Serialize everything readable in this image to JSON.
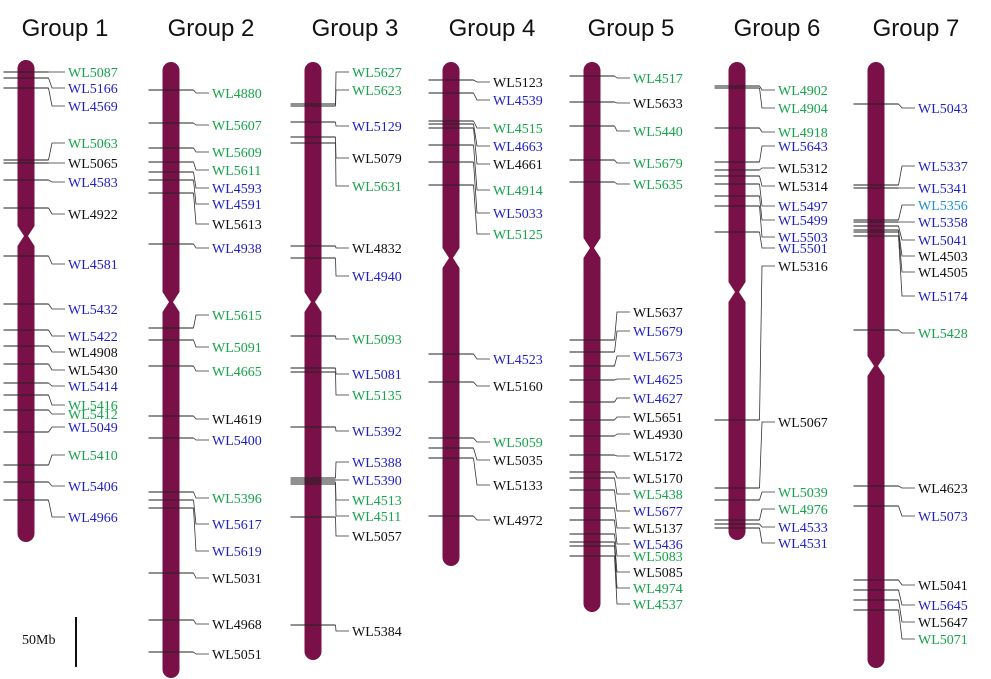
{
  "colors": {
    "chromosome": "#7a1048",
    "black": "#111111",
    "blue": "#1f1fc8",
    "green": "#16a34a",
    "lightblue": "#1e8fd8"
  },
  "scale_bar": {
    "label": "50Mb"
  },
  "groups": [
    {
      "title": "Group 1",
      "markers": [
        {
          "name": "WL5087",
          "color": "green"
        },
        {
          "name": "WL5166",
          "color": "blue"
        },
        {
          "name": "WL4569",
          "color": "blue"
        },
        {
          "name": "WL5063",
          "color": "green"
        },
        {
          "name": "WL5065",
          "color": "black"
        },
        {
          "name": "WL4583",
          "color": "blue"
        },
        {
          "name": "WL4922",
          "color": "black"
        },
        {
          "name": "WL4581",
          "color": "blue"
        },
        {
          "name": "WL5432",
          "color": "blue"
        },
        {
          "name": "WL5422",
          "color": "blue"
        },
        {
          "name": "WL4908",
          "color": "black"
        },
        {
          "name": "WL5430",
          "color": "black"
        },
        {
          "name": "WL5414",
          "color": "blue"
        },
        {
          "name": "WL5416",
          "color": "green"
        },
        {
          "name": "WL5412",
          "color": "green"
        },
        {
          "name": "WL5049",
          "color": "blue"
        },
        {
          "name": "WL5410",
          "color": "green"
        },
        {
          "name": "WL5406",
          "color": "blue"
        },
        {
          "name": "WL4966",
          "color": "blue"
        }
      ]
    },
    {
      "title": "Group 2",
      "markers": [
        {
          "name": "WL4880",
          "color": "green"
        },
        {
          "name": "WL5607",
          "color": "green"
        },
        {
          "name": "WL5609",
          "color": "green"
        },
        {
          "name": "WL5611",
          "color": "green"
        },
        {
          "name": "WL4593",
          "color": "blue"
        },
        {
          "name": "WL4591",
          "color": "blue"
        },
        {
          "name": "WL5613",
          "color": "black"
        },
        {
          "name": "WL4938",
          "color": "blue"
        },
        {
          "name": "WL5615",
          "color": "green"
        },
        {
          "name": "WL5091",
          "color": "green"
        },
        {
          "name": "WL4665",
          "color": "green"
        },
        {
          "name": "WL4619",
          "color": "black"
        },
        {
          "name": "WL5400",
          "color": "blue"
        },
        {
          "name": "WL5396",
          "color": "green"
        },
        {
          "name": "WL5617",
          "color": "blue"
        },
        {
          "name": "WL5619",
          "color": "blue"
        },
        {
          "name": "WL5031",
          "color": "black"
        },
        {
          "name": "WL4968",
          "color": "black"
        },
        {
          "name": "WL5051",
          "color": "black"
        }
      ]
    },
    {
      "title": "Group 3",
      "markers": [
        {
          "name": "WL5627",
          "color": "green"
        },
        {
          "name": "WL5623",
          "color": "green"
        },
        {
          "name": "WL5129",
          "color": "blue"
        },
        {
          "name": "WL5079",
          "color": "black"
        },
        {
          "name": "WL5631",
          "color": "green"
        },
        {
          "name": "WL4832",
          "color": "black"
        },
        {
          "name": "WL4940",
          "color": "blue"
        },
        {
          "name": "WL5093",
          "color": "green"
        },
        {
          "name": "WL5081",
          "color": "blue"
        },
        {
          "name": "WL5135",
          "color": "green"
        },
        {
          "name": "WL5392",
          "color": "blue"
        },
        {
          "name": "WL5388",
          "color": "blue"
        },
        {
          "name": "WL5390",
          "color": "blue"
        },
        {
          "name": "WL4513",
          "color": "green"
        },
        {
          "name": "WL4511",
          "color": "green"
        },
        {
          "name": "WL5057",
          "color": "black"
        },
        {
          "name": "WL5384",
          "color": "black"
        }
      ]
    },
    {
      "title": "Group 4",
      "markers": [
        {
          "name": "WL5123",
          "color": "black"
        },
        {
          "name": "WL4539",
          "color": "blue"
        },
        {
          "name": "WL4515",
          "color": "green"
        },
        {
          "name": "WL4663",
          "color": "blue"
        },
        {
          "name": "WL4661",
          "color": "black"
        },
        {
          "name": "WL4914",
          "color": "green"
        },
        {
          "name": "WL5033",
          "color": "blue"
        },
        {
          "name": "WL5125",
          "color": "green"
        },
        {
          "name": "WL4523",
          "color": "blue"
        },
        {
          "name": "WL5160",
          "color": "black"
        },
        {
          "name": "WL5059",
          "color": "green"
        },
        {
          "name": "WL5035",
          "color": "black"
        },
        {
          "name": "WL5133",
          "color": "black"
        },
        {
          "name": "WL4972",
          "color": "black"
        }
      ]
    },
    {
      "title": "Group 5",
      "markers": [
        {
          "name": "WL4517",
          "color": "green"
        },
        {
          "name": "WL5633",
          "color": "black"
        },
        {
          "name": "WL5440",
          "color": "green"
        },
        {
          "name": "WL5679",
          "color": "green"
        },
        {
          "name": "WL5635",
          "color": "green"
        },
        {
          "name": "WL5637",
          "color": "black"
        },
        {
          "name": "WL5679",
          "color": "blue"
        },
        {
          "name": "WL5673",
          "color": "blue"
        },
        {
          "name": "WL4625",
          "color": "blue"
        },
        {
          "name": "WL4627",
          "color": "blue"
        },
        {
          "name": "WL5651",
          "color": "black"
        },
        {
          "name": "WL4930",
          "color": "black"
        },
        {
          "name": "WL5172",
          "color": "black"
        },
        {
          "name": "WL5170",
          "color": "black"
        },
        {
          "name": "WL5438",
          "color": "green"
        },
        {
          "name": "WL5677",
          "color": "blue"
        },
        {
          "name": "WL5137",
          "color": "black"
        },
        {
          "name": "WL5436",
          "color": "blue"
        },
        {
          "name": "WL5083",
          "color": "green"
        },
        {
          "name": "WL5085",
          "color": "black"
        },
        {
          "name": "WL4974",
          "color": "green"
        },
        {
          "name": "WL4537",
          "color": "green"
        }
      ]
    },
    {
      "title": "Group 6",
      "markers": [
        {
          "name": "WL4902",
          "color": "green"
        },
        {
          "name": "WL4904",
          "color": "green"
        },
        {
          "name": "WL4918",
          "color": "green"
        },
        {
          "name": "WL5643",
          "color": "blue"
        },
        {
          "name": "WL5312",
          "color": "black"
        },
        {
          "name": "WL5314",
          "color": "black"
        },
        {
          "name": "WL5497",
          "color": "blue"
        },
        {
          "name": "WL5499",
          "color": "blue"
        },
        {
          "name": "WL5503",
          "color": "blue"
        },
        {
          "name": "WL5501",
          "color": "blue"
        },
        {
          "name": "WL5316",
          "color": "black"
        },
        {
          "name": "WL5067",
          "color": "black"
        },
        {
          "name": "WL5039",
          "color": "green"
        },
        {
          "name": "WL4976",
          "color": "green"
        },
        {
          "name": "WL4533",
          "color": "blue"
        },
        {
          "name": "WL4531",
          "color": "blue"
        }
      ]
    },
    {
      "title": "Group 7",
      "markers": [
        {
          "name": "WL5043",
          "color": "blue"
        },
        {
          "name": "WL5337",
          "color": "blue"
        },
        {
          "name": "WL5341",
          "color": "blue"
        },
        {
          "name": "WL5356",
          "color": "lightblue"
        },
        {
          "name": "WL5358",
          "color": "blue"
        },
        {
          "name": "WL5041",
          "color": "blue"
        },
        {
          "name": "WL4503",
          "color": "black"
        },
        {
          "name": "WL4505",
          "color": "black"
        },
        {
          "name": "WL5174",
          "color": "blue"
        },
        {
          "name": "WL5428",
          "color": "green"
        },
        {
          "name": "WL4623",
          "color": "black"
        },
        {
          "name": "WL5073",
          "color": "blue"
        },
        {
          "name": "WL5041",
          "color": "black"
        },
        {
          "name": "WL5645",
          "color": "blue"
        },
        {
          "name": "WL5647",
          "color": "black"
        },
        {
          "name": "WL5071",
          "color": "green"
        }
      ]
    }
  ]
}
